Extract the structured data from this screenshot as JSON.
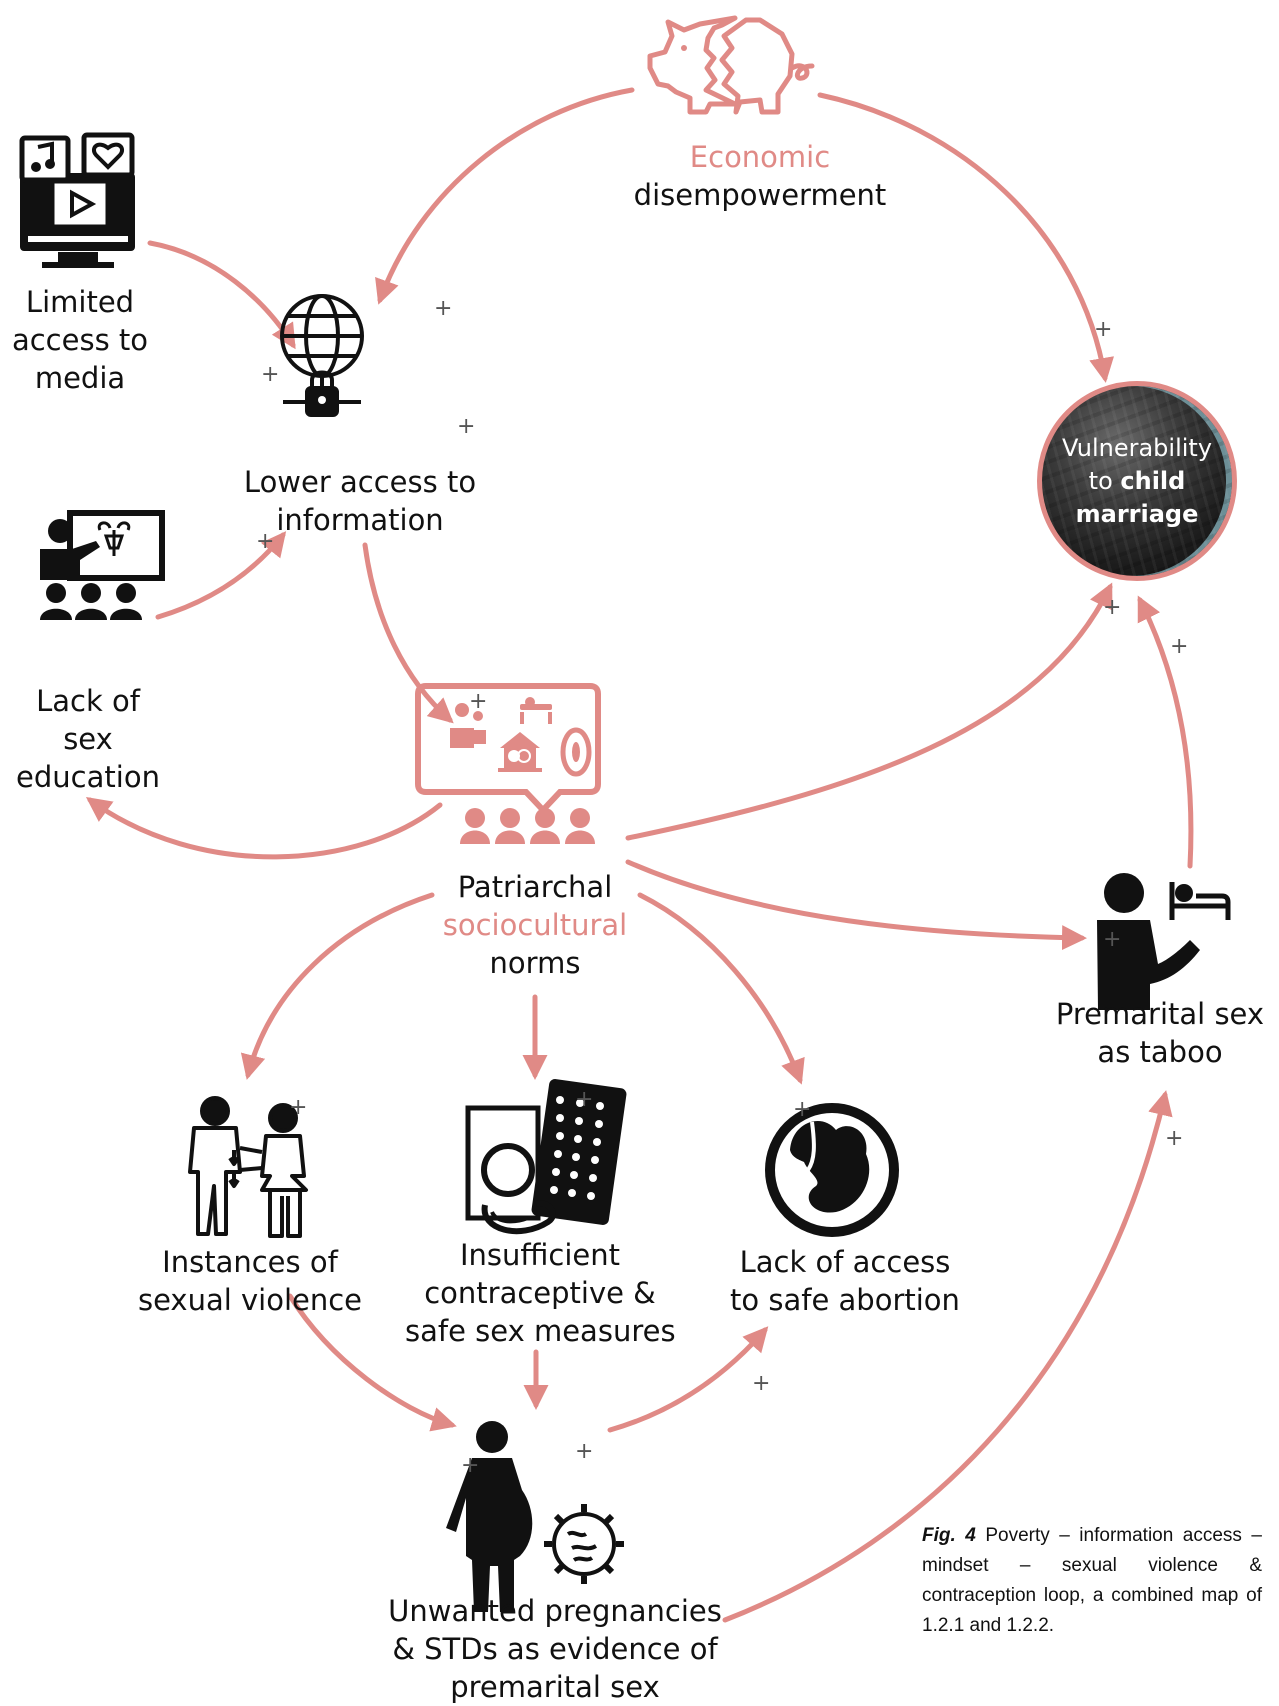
{
  "nodes": {
    "economic": {
      "line1": "Economic",
      "line2": "disempowerment"
    },
    "media": {
      "lines": [
        "Limited",
        "access to",
        "media"
      ]
    },
    "information": {
      "lines": [
        "Lower access to",
        "information"
      ]
    },
    "sex_education": {
      "lines": [
        "Lack of",
        "sex",
        "education"
      ]
    },
    "vulnerability": {
      "pre": "Vulnerability",
      "to": "to",
      "bold1": "child",
      "bold2": "marriage"
    },
    "patriarchal": {
      "line1": "Patriarchal",
      "line2": "sociocultural",
      "line3": "norms"
    },
    "premarital": {
      "lines": [
        "Premarital sex",
        "as taboo"
      ]
    },
    "violence": {
      "lines": [
        "Instances of",
        "sexual violence"
      ]
    },
    "contraceptive": {
      "lines": [
        "Insufficient",
        "contraceptive &",
        "safe sex measures"
      ]
    },
    "abortion": {
      "lines": [
        "Lack of access",
        "to safe abortion"
      ]
    },
    "pregnancy": {
      "lines": [
        "Unwanted pregnancies",
        "& STDs as evidence of",
        "premarital sex"
      ]
    }
  },
  "polarity_sign": "+",
  "caption": {
    "fig_label": "Fig. 4",
    "text": " Poverty – information access – mindset – sexual violence & contraception loop, a combined map of 1.2.1 and 1.2.2."
  },
  "colors": {
    "arrow": "#e08a86",
    "accent_text": "#e08a86",
    "icon": "#111111",
    "plus": "#555555"
  },
  "icons": [
    "broken-piggy-bank-icon",
    "media-monitor-icon",
    "locked-globe-icon",
    "classroom-teacher-icon",
    "speech-bubble-norms-icon",
    "people-group-icon",
    "parent-bed-icon",
    "sexual-violence-icon",
    "contraceptive-pills-icon",
    "fetus-womb-icon",
    "pregnant-woman-icon",
    "virus-icon"
  ]
}
